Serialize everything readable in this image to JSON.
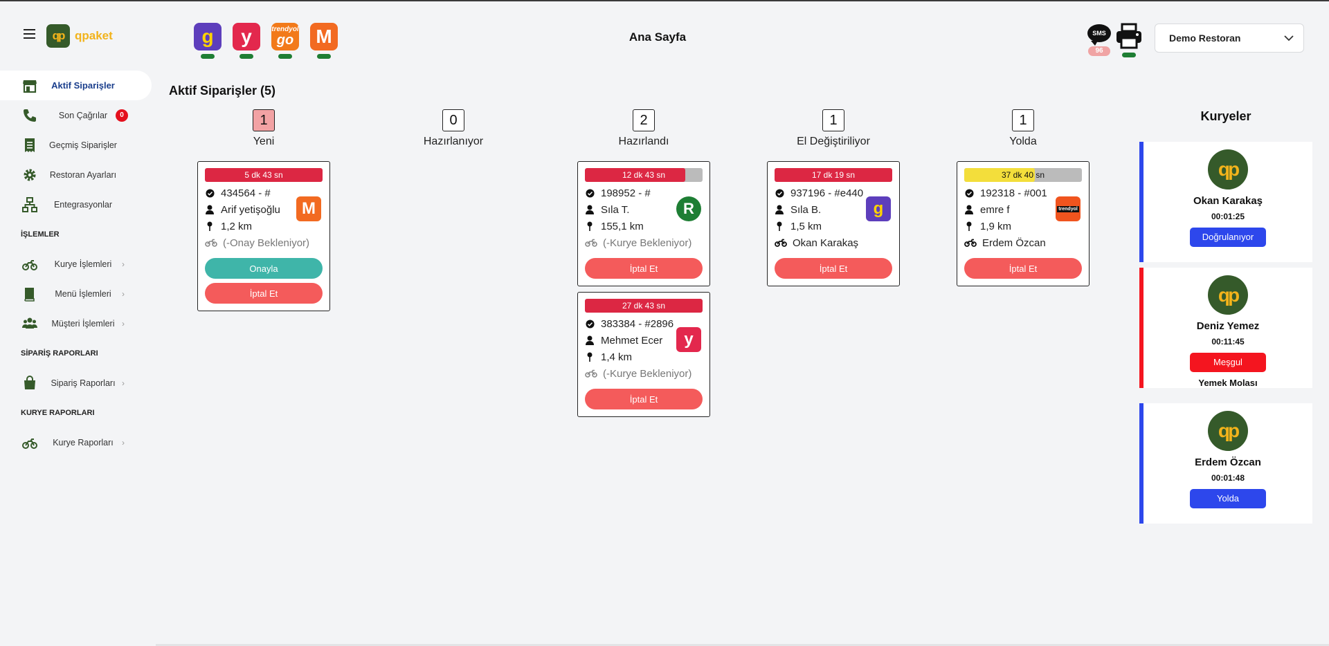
{
  "logo": {
    "mark": "qp",
    "text": "qpaket"
  },
  "header": {
    "title": "Ana Sayfa",
    "platforms": [
      {
        "name": "getir-icon",
        "letter": "g",
        "color": "#5d3ebc",
        "letter_color": "#ffd300"
      },
      {
        "name": "yemeksepeti-icon",
        "letter": "y",
        "color": "#e3284d",
        "letter_color": "#ffffff"
      },
      {
        "name": "trendyol-go-icon",
        "letter": "go",
        "small": "trendyol",
        "color": "#f27a1a",
        "letter_color": "#ffffff"
      },
      {
        "name": "migros-icon",
        "letter": "M",
        "color": "#f26a21",
        "letter_color": "#ffffff"
      }
    ],
    "sms_label": "SMS",
    "sms_count": "96",
    "restaurant": "Demo Restoran"
  },
  "sidebar": {
    "items": [
      {
        "label": "Aktif Siparişler"
      },
      {
        "label": "Son Çağrılar",
        "badge": "0"
      },
      {
        "label": "Geçmiş Siparişler"
      },
      {
        "label": "Restoran Ayarları"
      },
      {
        "label": "Entegrasyonlar"
      }
    ],
    "section_ops": "İŞLEMLER",
    "ops": [
      {
        "label": "Kurye İşlemleri"
      },
      {
        "label": "Menü İşlemleri"
      },
      {
        "label": "Müşteri İşlemleri"
      }
    ],
    "section_order_reports": "SİPARİŞ RAPORLARI",
    "order_reports": [
      {
        "label": "Sipariş Raporları"
      }
    ],
    "section_courier_reports": "KURYE RAPORLARI",
    "courier_reports": [
      {
        "label": "Kurye Raporları"
      }
    ]
  },
  "main": {
    "title": "Aktif Siparişler (5)",
    "columns": [
      {
        "label": "Yeni",
        "count": "1"
      },
      {
        "label": "Hazırlanıyor",
        "count": "0"
      },
      {
        "label": "Hazırlandı",
        "count": "2"
      },
      {
        "label": "El Değiştiriliyor",
        "count": "1"
      },
      {
        "label": "Yolda",
        "count": "1"
      }
    ],
    "orders": {
      "yeni_1": {
        "timer": "5 dk 43 sn",
        "progress": 1.0,
        "id": "434564 - #",
        "customer": "Arif yetişoğlu",
        "distance": "1,2 km",
        "courier": "(-Onay Bekleniyor)",
        "approve": "Onayla",
        "cancel": "İptal Et"
      },
      "hazirlandi_1": {
        "timer": "12 dk 43 sn",
        "progress": 0.85,
        "id": "198952 - #",
        "customer": "Sıla T.",
        "distance": "155,1 km",
        "courier": "(-Kurye Bekleniyor)",
        "platform_letter": "R",
        "cancel": "İptal Et"
      },
      "hazirlandi_2": {
        "timer": "27 dk 43 sn",
        "progress": 1.0,
        "id": "383384 - #2896",
        "customer": "Mehmet Ecer",
        "distance": "1,4 km",
        "courier": "(-Kurye Bekleniyor)",
        "cancel": "İptal Et"
      },
      "el_1": {
        "timer": "17 dk 19 sn",
        "progress": 1.0,
        "id": "937196 - #e440",
        "customer": "Sıla B.",
        "distance": "1,5 km",
        "courier": "Okan Karakaş",
        "cancel": "İptal Et"
      },
      "yolda_1": {
        "timer": "37 dk 40 sn",
        "progress": 0.6,
        "id": "192318 - #001",
        "customer": "emre f",
        "distance": "1,9 km",
        "courier": "Erdem Özcan",
        "platform_small": "trendyol",
        "cancel": "İptal Et"
      }
    }
  },
  "couriers": {
    "title": "Kuryeler",
    "list": [
      {
        "name": "Okan Karakaş",
        "time": "00:01:25",
        "status": "Doğrulanıyor"
      },
      {
        "name": "Deniz Yemez",
        "time": "00:11:45",
        "status": "Meşgul",
        "note": "Yemek Molası"
      },
      {
        "name": "Erdem Özcan",
        "time": "00:01:48",
        "status": "Yolda"
      }
    ]
  },
  "colors": {
    "brand_green": "#355a2a",
    "brand_yellow": "#f2b31b",
    "timer_red": "#dc2743",
    "timer_yellow": "#f3de3b",
    "approve": "#3fb5a9",
    "cancel": "#f45b5b",
    "courier_blue": "#2d47ec",
    "courier_red": "#f4151f"
  }
}
